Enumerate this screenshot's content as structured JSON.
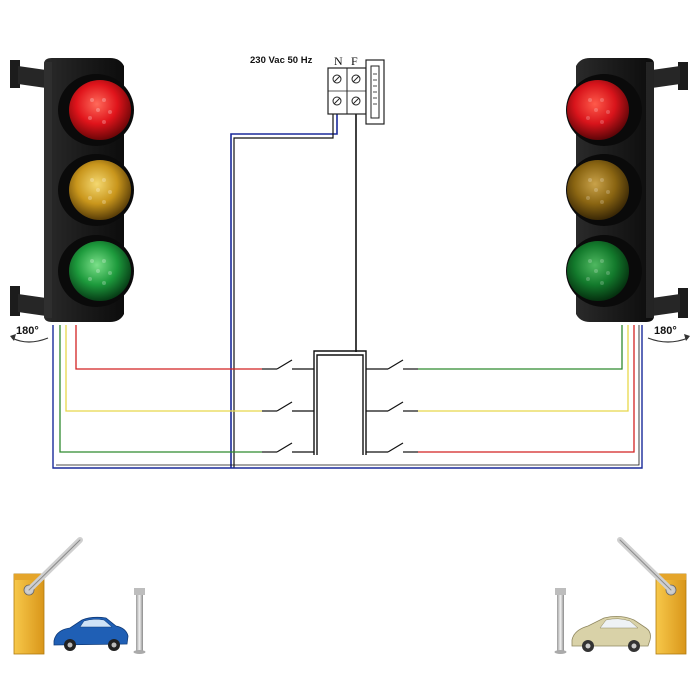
{
  "supply": {
    "label": "230 Vac 50 Hz",
    "terminal_n": "N",
    "terminal_f": "F"
  },
  "left_light": {
    "rotation_label": "180°",
    "lamps": [
      "red",
      "yellow",
      "green"
    ]
  },
  "right_light": {
    "rotation_label": "180°",
    "lamps": [
      "red",
      "yellow",
      "green"
    ]
  },
  "colors": {
    "lamp_red": "#e0141b",
    "lamp_yellow": "#d6a820",
    "lamp_green": "#1d9a3c",
    "wire_red": "#d22222",
    "wire_yellow": "#e8d84a",
    "wire_green": "#2f8a2f",
    "wire_blue": "#1a2a9a",
    "wire_black": "#111111",
    "barrier_body": "#f0b428",
    "car_left": "#1f5fb5",
    "car_right": "#d9d2a8"
  }
}
